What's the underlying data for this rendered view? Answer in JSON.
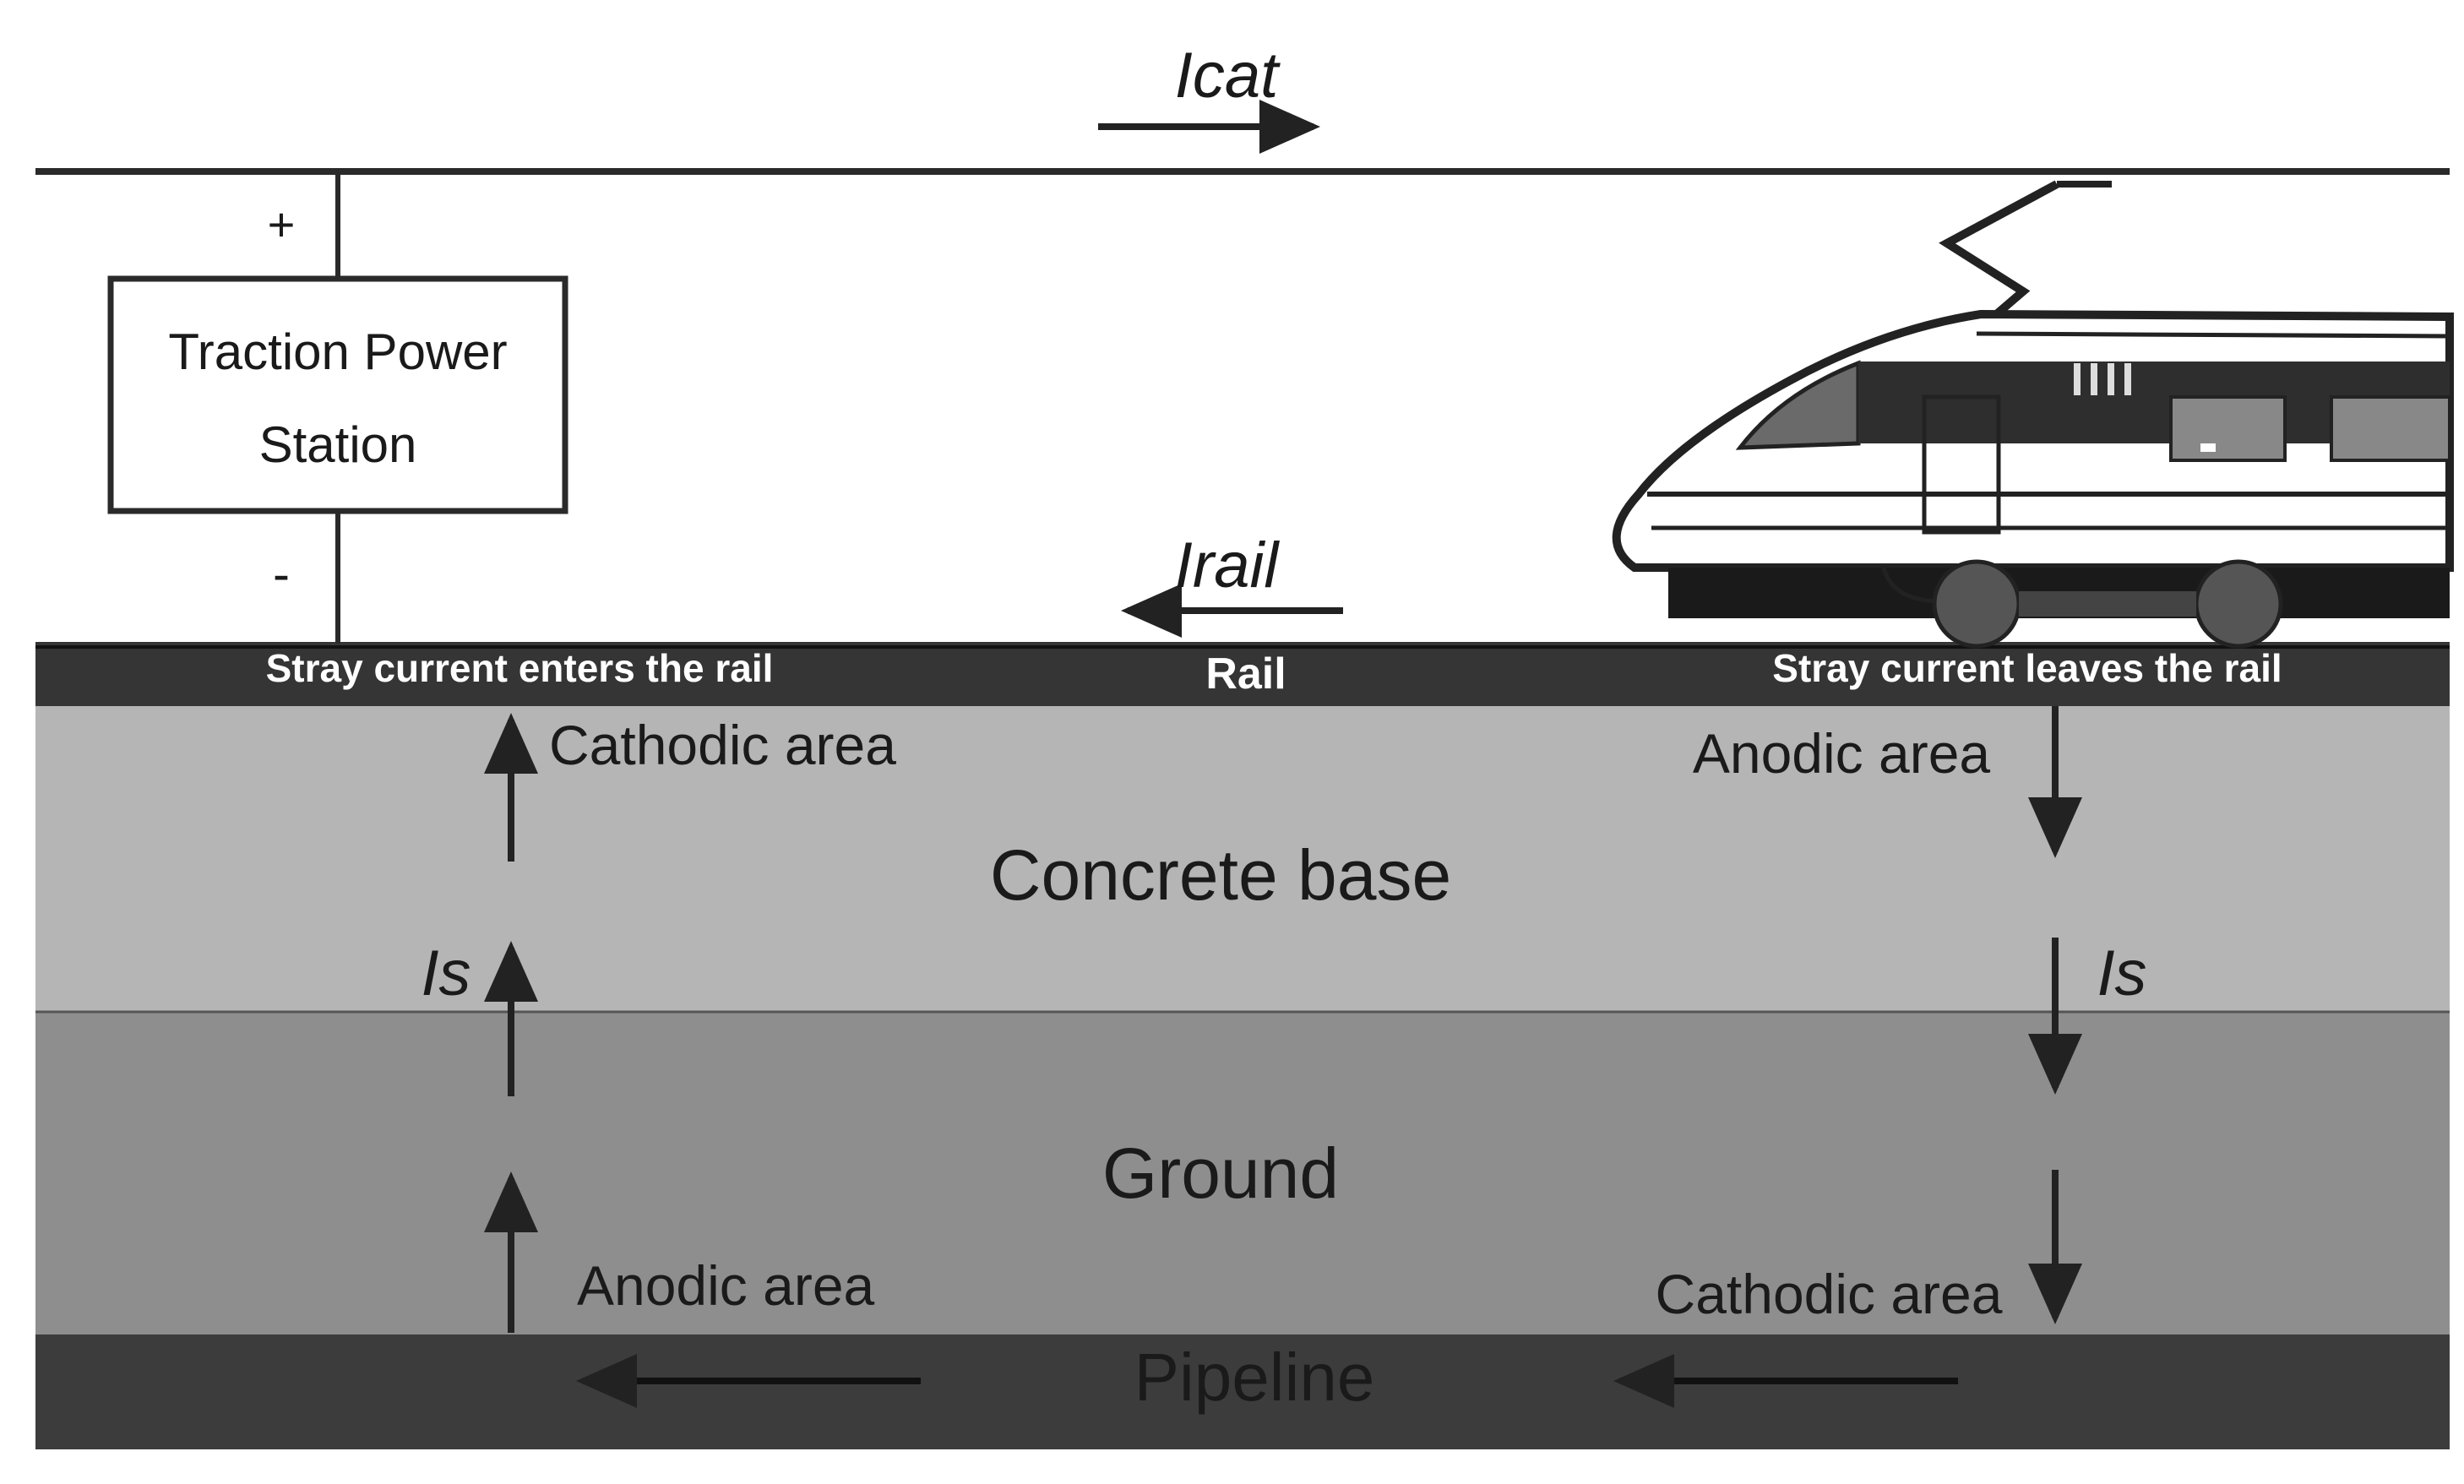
{
  "currents": {
    "catenary": "Icat",
    "rail": "Irail",
    "stray_left": "Is",
    "stray_right": "Is"
  },
  "station": {
    "line1": "Traction Power",
    "line2": "Station",
    "plus": "+",
    "minus": "-"
  },
  "rail": {
    "label": "Rail",
    "enter_text": "Stray current enters the rail",
    "leave_text": "Stray current leaves the rail"
  },
  "areas": {
    "cathodic_top": "Cathodic area",
    "anodic_top": "Anodic area",
    "anodic_bottom": "Anodic area",
    "cathodic_bottom": "Cathodic area"
  },
  "layers": {
    "concrete": "Concrete base",
    "ground": "Ground",
    "pipeline": "Pipeline"
  },
  "colors": {
    "concrete": "#b5b5b5",
    "ground": "#8e8e8e",
    "pipeline": "#3c3c3c",
    "rail": "#353535",
    "wire": "#2a2a2a"
  }
}
